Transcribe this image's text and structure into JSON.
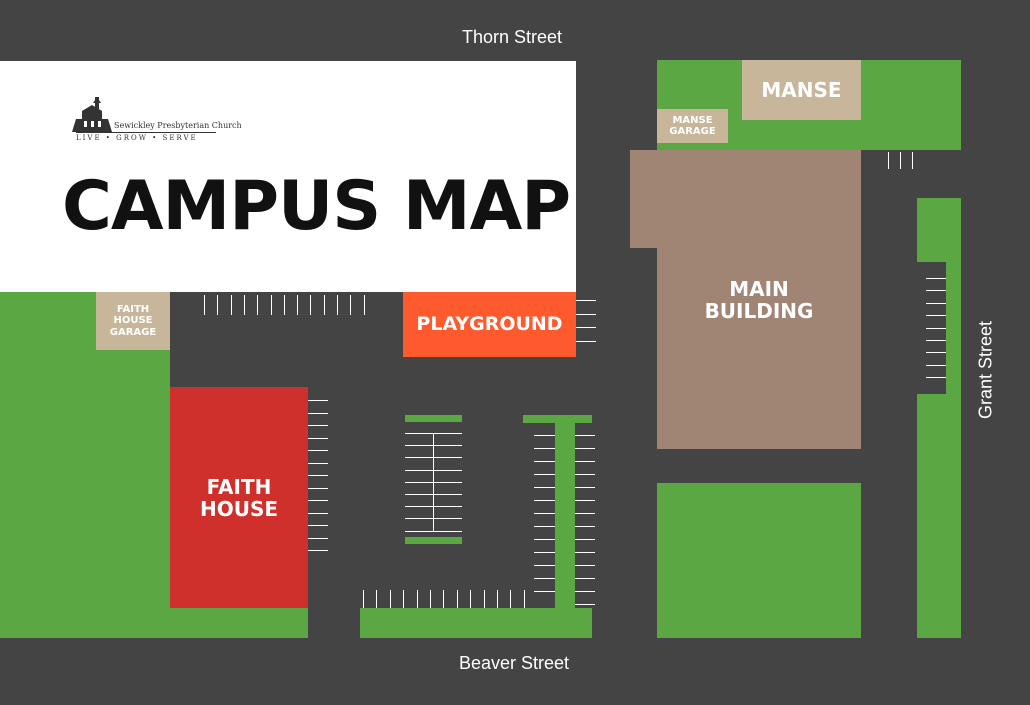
{
  "map": {
    "title": "CAMPUS MAP",
    "church_name": "Sewickley Presbyterian Church",
    "church_tagline": "LIVE • GROW • SERVE",
    "streets": {
      "north": "Thorn Street",
      "south": "Beaver Street",
      "east": "Grant Street"
    },
    "buildings": {
      "manse": "MANSE",
      "manse_garage_line1": "MANSE",
      "manse_garage_line2": "GARAGE",
      "faith_house_garage_line1": "FAITH",
      "faith_house_garage_line2": "HOUSE",
      "faith_house_garage_line3": "GARAGE",
      "playground": "PLAYGROUND",
      "main_building_line1": "MAIN",
      "main_building_line2": "BUILDING",
      "faith_house_line1": "FAITH",
      "faith_house_line2": "HOUSE"
    },
    "colors": {
      "road": "#444444",
      "grass": "#5aa744",
      "garage": "#c8b69a",
      "main_building": "#a08474",
      "faith_house": "#d0302b",
      "playground": "#ff5a2e",
      "title_panel": "#ffffff",
      "text": "#ffffff"
    },
    "icons": [
      "church-logo-icon"
    ]
  }
}
